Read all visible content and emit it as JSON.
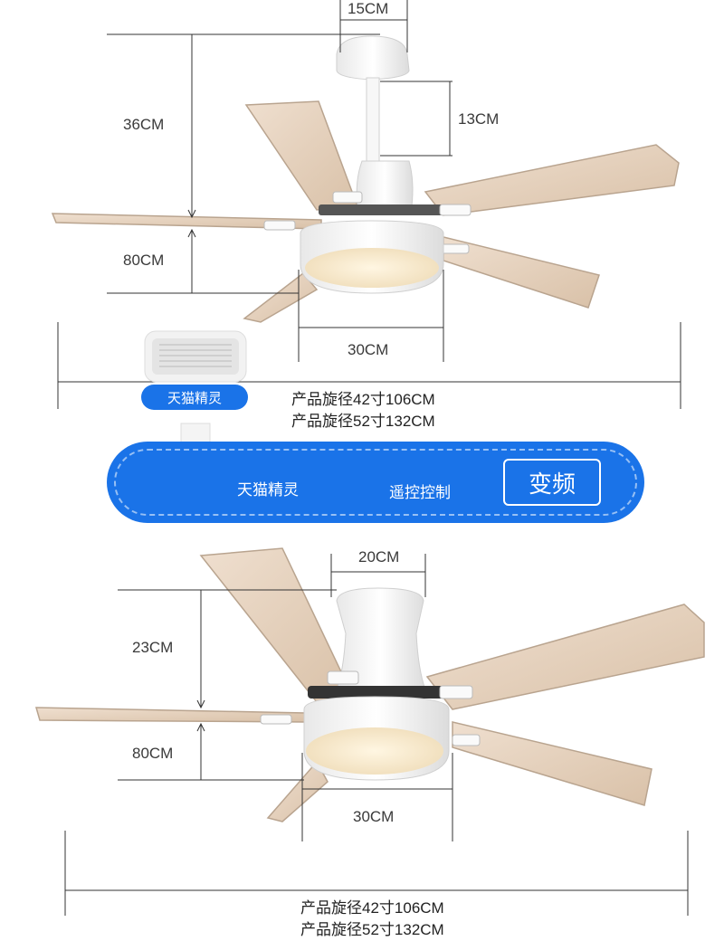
{
  "top_diagram": {
    "dims": {
      "width_top": "15CM",
      "rod": "13CM",
      "height_total": "36CM",
      "height_light": "80CM",
      "light_diameter": "30CM"
    },
    "captions": [
      "产品旋径42寸106CM",
      "产品旋径52寸132CM"
    ]
  },
  "speaker_label": "天猫精灵",
  "feature_band": {
    "speaker_label": "天猫精灵",
    "remote_label": "遥控控制",
    "variable_label": "变频"
  },
  "bottom_diagram": {
    "dims": {
      "width_top": "20CM",
      "height_total": "23CM",
      "height_light": "80CM",
      "light_diameter": "30CM"
    },
    "captions": [
      "产品旋径42寸106CM",
      "产品旋径52寸132CM"
    ]
  },
  "colors": {
    "accent": "#1a73e8",
    "blade": "#e6d2bd",
    "blade_edge": "#c9b29b",
    "housing": "#f4f4f4",
    "light": "#f7ead0"
  }
}
